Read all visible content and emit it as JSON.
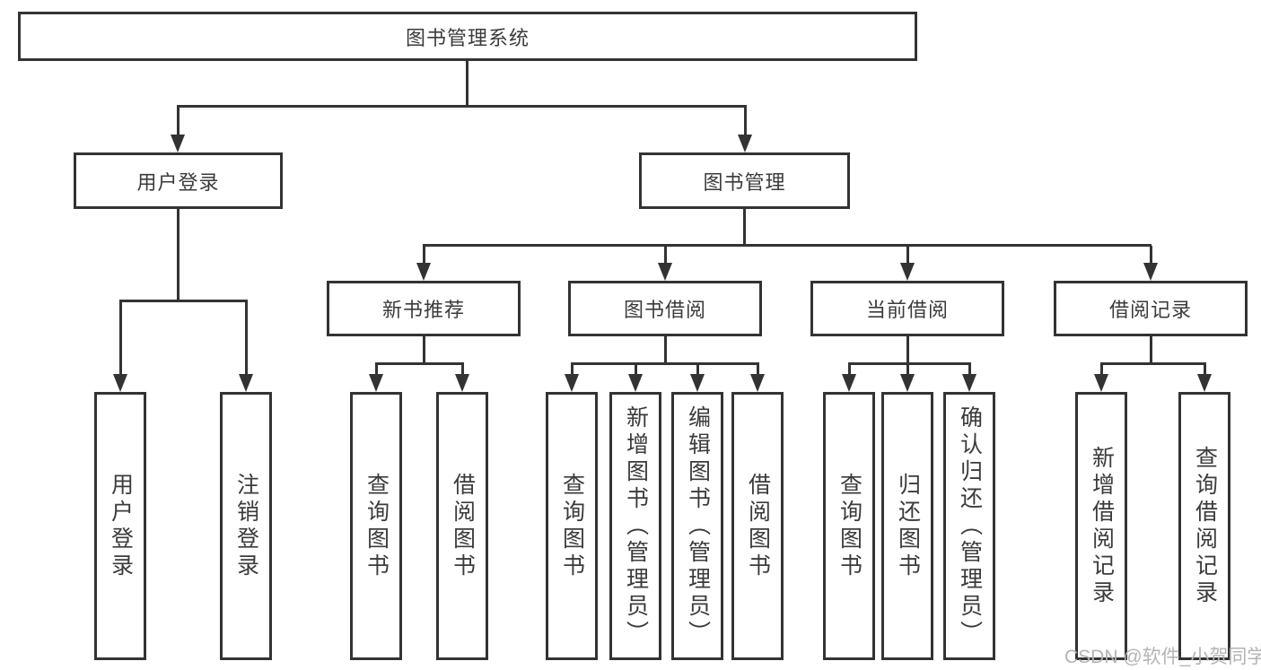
{
  "colors": {
    "line": "#333333",
    "text": "#3b3b3b",
    "background": "#ffffff",
    "watermark": "#b4b4b4"
  },
  "root": {
    "label": "图书管理系统"
  },
  "branches": [
    {
      "label": "用户登录",
      "children": [
        {
          "label": "用户登录"
        },
        {
          "label": "注销登录"
        }
      ]
    },
    {
      "label": "图书管理",
      "modules": [
        {
          "label": "新书推荐",
          "children": [
            {
              "label": "查询图书"
            },
            {
              "label": "借阅图书"
            }
          ]
        },
        {
          "label": "图书借阅",
          "children": [
            {
              "label": "查询图书"
            },
            {
              "label": "新增图书（管理员）"
            },
            {
              "label": "编辑图书（管理员）"
            },
            {
              "label": "借阅图书"
            }
          ]
        },
        {
          "label": "当前借阅",
          "children": [
            {
              "label": "查询图书"
            },
            {
              "label": "归还图书"
            },
            {
              "label": "确认归还（管理员）"
            }
          ]
        },
        {
          "label": "借阅记录",
          "children": [
            {
              "label": "新增借阅记录"
            },
            {
              "label": "查询借阅记录"
            }
          ]
        }
      ]
    }
  ],
  "watermark": {
    "text": "CSDN @软件_小贺同学"
  }
}
